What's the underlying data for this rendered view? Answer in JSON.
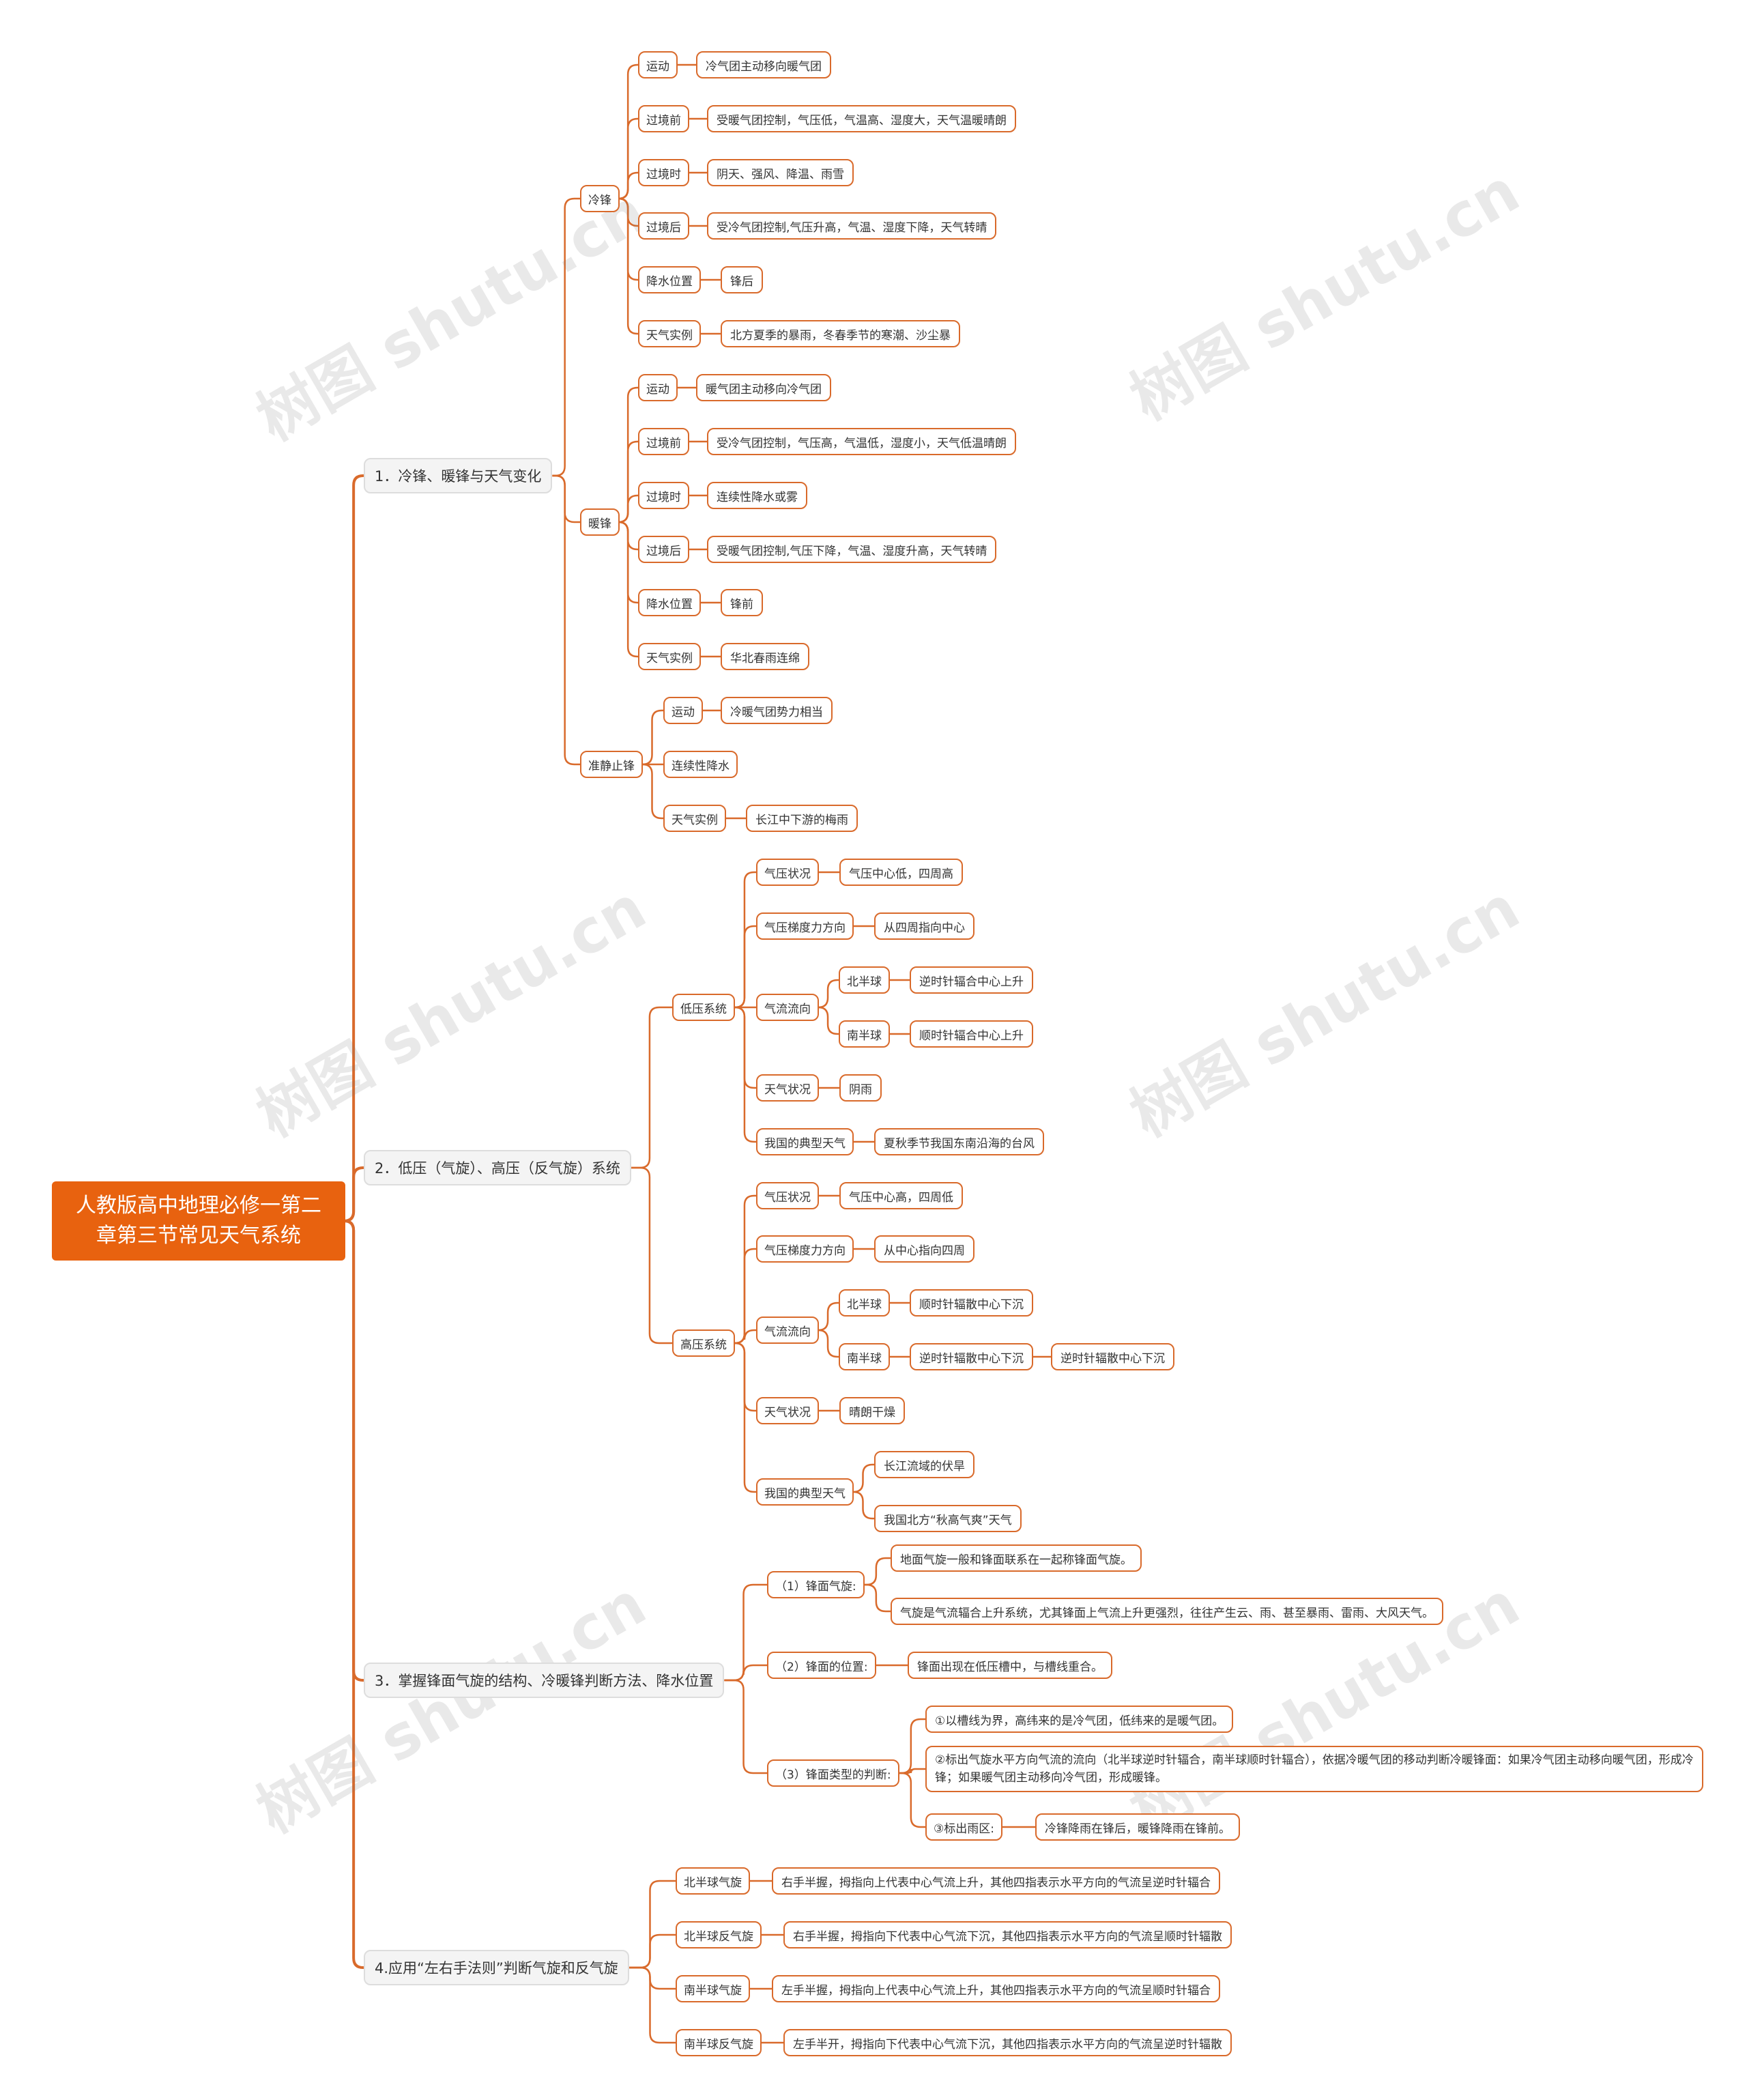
{
  "watermark": "树图 shutu.cn",
  "colors": {
    "accent": "#e8620f",
    "line": "#d96a2b",
    "main_bg": "#f4f4f4"
  },
  "nodes": {
    "root": "人教版高中地理必修一第二章第三节常见天气系统",
    "b1": "1．冷锋、暖锋与天气变化",
    "b1_cold": "冷锋",
    "b1_cold_k1": "运动",
    "b1_cold_v1": "冷气团主动移向暖气团",
    "b1_cold_k2": "过境前",
    "b1_cold_v2": "受暖气团控制，气压低，气温高、湿度大，天气温暖晴朗",
    "b1_cold_k3": "过境时",
    "b1_cold_v3": "阴天、强风、降温、雨雪",
    "b1_cold_k4": "过境后",
    "b1_cold_v4": "受冷气团控制,气压升高，气温、湿度下降，天气转晴",
    "b1_cold_k5": "降水位置",
    "b1_cold_v5": "锋后",
    "b1_cold_k6": "天气实例",
    "b1_cold_v6": "北方夏季的暴雨，冬春季节的寒潮、沙尘暴",
    "b1_warm": "暖锋",
    "b1_warm_k1": "运动",
    "b1_warm_v1": "暖气团主动移向冷气团",
    "b1_warm_k2": "过境前",
    "b1_warm_v2": "受冷气团控制，气压高，气温低，湿度小，天气低温晴朗",
    "b1_warm_k3": "过境时",
    "b1_warm_v3": "连续性降水或雾",
    "b1_warm_k4": "过境后",
    "b1_warm_v4": "受暖气团控制,气压下降，气温、湿度升高，天气转晴",
    "b1_warm_k5": "降水位置",
    "b1_warm_v5": "锋前",
    "b1_warm_k6": "天气实例",
    "b1_warm_v6": "华北春雨连绵",
    "b1_qs": "准静止锋",
    "b1_qs_k1": "运动",
    "b1_qs_v1": "冷暖气团势力相当",
    "b1_qs_k2": "连续性降水",
    "b1_qs_k3": "天气实例",
    "b1_qs_v3": "长江中下游的梅雨",
    "b2": "2．低压（气旋）、高压（反气旋）系统",
    "b2_low": "低压系统",
    "b2_low_k1": "气压状况",
    "b2_low_v1": "气压中心低，四周高",
    "b2_low_k2": "气压梯度力方向",
    "b2_low_v2": "从四周指向中心",
    "b2_low_k3": "气流流向",
    "b2_low_n": "北半球",
    "b2_low_nv": "逆时针辐合中心上升",
    "b2_low_s": "南半球",
    "b2_low_sv": "顺时针辐合中心上升",
    "b2_low_k4": "天气状况",
    "b2_low_v4": "阴雨",
    "b2_low_k5": "我国的典型天气",
    "b2_low_v5": "夏秋季节我国东南沿海的台风",
    "b2_high": "高压系统",
    "b2_high_k1": "气压状况",
    "b2_high_v1": "气压中心高，四周低",
    "b2_high_k2": "气压梯度力方向",
    "b2_high_v2": "从中心指向四周",
    "b2_high_k3": "气流流向",
    "b2_high_n": "北半球",
    "b2_high_nv": "顺时针辐散中心下沉",
    "b2_high_s": "南半球",
    "b2_high_sv": "逆时针辐散中心下沉",
    "b2_high_sv2": "逆时针辐散中心下沉",
    "b2_high_k4": "天气状况",
    "b2_high_v4": "晴朗干燥",
    "b2_high_k5": "我国的典型天气",
    "b2_high_v5a": "长江流域的伏旱",
    "b2_high_v5b": "我国北方“秋高气爽”天气",
    "b3": "3．掌握锋面气旋的结构、冷暖锋判断方法、降水位置",
    "b3_1": "（1）锋面气旋:",
    "b3_1a": "地面气旋一般和锋面联系在一起称锋面气旋。",
    "b3_1b": "气旋是气流辐合上升系统，尤其锋面上气流上升更强烈，往往产生云、雨、甚至暴雨、雷雨、大风天气。",
    "b3_2": "（2）锋面的位置:",
    "b3_2a": "锋面出现在低压槽中，与槽线重合。",
    "b3_3": "（3）锋面类型的判断:",
    "b3_3a": "①以槽线为界，高纬来的是冷气团，低纬来的是暖气团。",
    "b3_3b": "②标出气旋水平方向气流的流向（北半球逆时针辐合，南半球顺时针辐合），依据冷暖气团的移动判断冷暖锋面：如果冷气团主动移向暖气团，形成冷锋；如果暖气团主动移向冷气团，形成暖锋。",
    "b3_3c": "③标出雨区:",
    "b3_3d": "冷锋降雨在锋后，暖锋降雨在锋前。",
    "b4": "4.应用“左右手法则”判断气旋和反气旋",
    "b4_k1": "北半球气旋",
    "b4_v1": "右手半握，拇指向上代表中心气流上升，其他四指表示水平方向的气流呈逆时针辐合",
    "b4_k2": "北半球反气旋",
    "b4_v2": "右手半握，拇指向下代表中心气流下沉，其他四指表示水平方向的气流呈顺时针辐散",
    "b4_k3": "南半球气旋",
    "b4_v3": "左手半握，拇指向上代表中心气流上升，其他四指表示水平方向的气流呈顺时针辐合",
    "b4_k4": "南半球反气旋",
    "b4_v4": "左手半开，拇指向下代表中心气流下沉，其他四指表示水平方向的气流呈逆时针辐散"
  }
}
